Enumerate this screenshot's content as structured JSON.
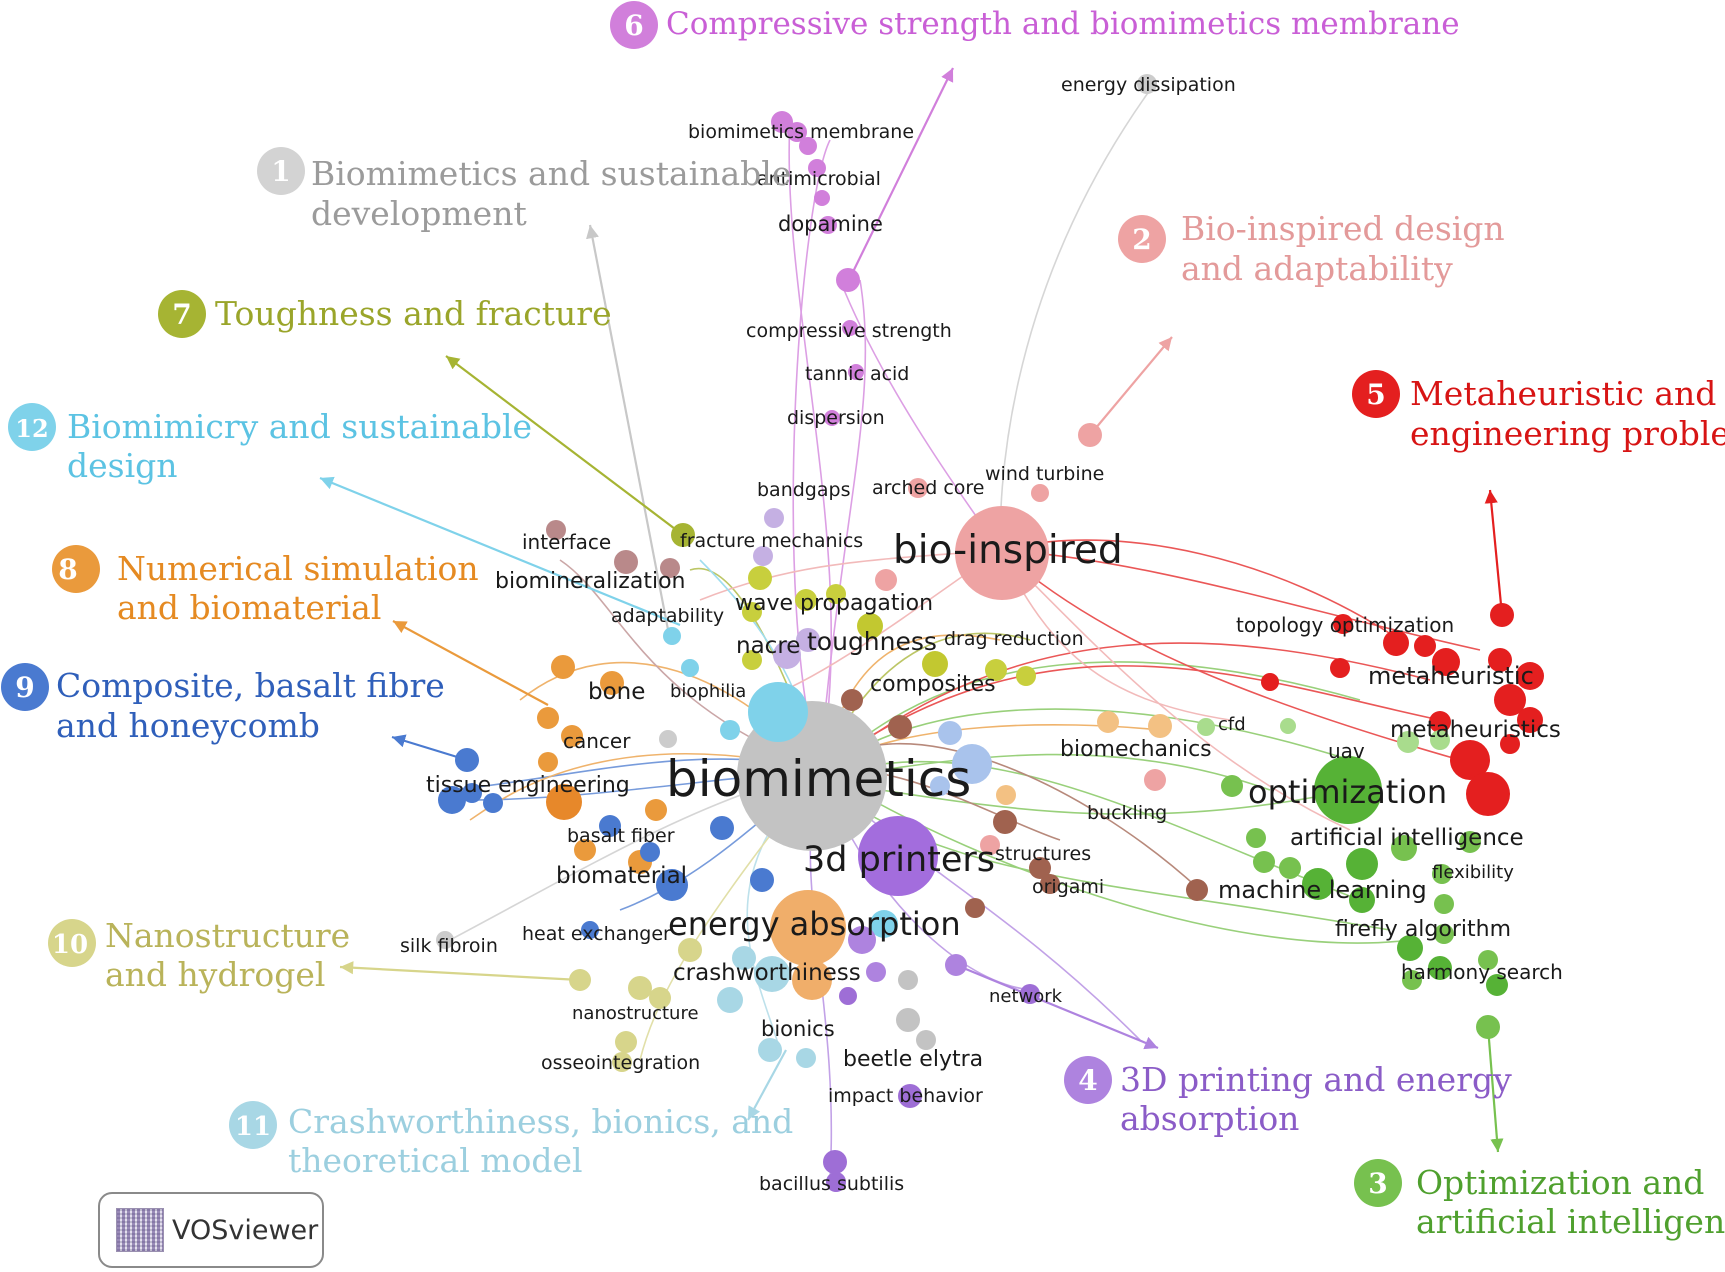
{
  "colors": {
    "c1": "#c8c8c8",
    "c2": "#eea3a3",
    "c3": "#77c14f",
    "c4": "#ae83df",
    "c5": "#e41f1f",
    "c6": "#d17fdb",
    "c7": "#a6b433",
    "c8": "#ea9a3c",
    "c9": "#4a7ad0",
    "c10": "#d7d58b",
    "c11": "#a8d7e5",
    "c12": "#7fd2ea"
  },
  "clusters": [
    {
      "num": "1",
      "color": "c1",
      "line1": "Biomimetics and sustainable",
      "line2": "development",
      "textColor": "#9b9b9b"
    },
    {
      "num": "2",
      "color": "c2",
      "line1": "Bio-inspired design",
      "line2": "and adaptability",
      "textColor": "#e39a9a"
    },
    {
      "num": "3",
      "color": "c3",
      "line1": "Optimization and",
      "line2": "artificial intelligence",
      "textColor": "#4fa02e"
    },
    {
      "num": "4",
      "color": "c4",
      "line1": "3D printing and energy",
      "line2": "absorption",
      "textColor": "#8b5cc7"
    },
    {
      "num": "5",
      "color": "c5",
      "line1": "Metaheuristic and",
      "line2": "engineering problems",
      "textColor": "#d71414"
    },
    {
      "num": "6",
      "color": "c6",
      "line1": "Compressive strength and biomimetics membrane",
      "line2": "",
      "textColor": "#c95fd6"
    },
    {
      "num": "7",
      "color": "c7",
      "line1": "Toughness and fracture",
      "line2": "",
      "textColor": "#9aa52a"
    },
    {
      "num": "8",
      "color": "c8",
      "line1": "Numerical simulation",
      "line2": "and biomaterial",
      "textColor": "#e58a22"
    },
    {
      "num": "9",
      "color": "c9",
      "line1": "Composite, basalt fibre",
      "line2": "and honeycomb",
      "textColor": "#2f5fba"
    },
    {
      "num": "10",
      "color": "c10",
      "line1": "Nanostructure",
      "line2": "and hydrogel",
      "textColor": "#b9b35a"
    },
    {
      "num": "11",
      "color": "c11",
      "line1": "Crashworthiness, bionics, and",
      "line2": "theoretical model",
      "textColor": "#9ccfdf"
    },
    {
      "num": "12",
      "color": "c12",
      "line1": "Biomimicry and sustainable",
      "line2": "design",
      "textColor": "#5cc3e3"
    }
  ],
  "keywords": {
    "biomimetics": "biomimetics",
    "bio_inspired": "bio-inspired",
    "printers": "3d printers",
    "energy_absorption": "energy absorption",
    "optimization": "optimization",
    "biomimetics_membrane": "biomimetics membrane",
    "antimicrobial": "antimicrobial",
    "dopamine": "dopamine",
    "energy_dissipation": "energy dissipation",
    "compressive_strength": "compressive strength",
    "tannic_acid": "tannic acid",
    "dispersion": "dispersion",
    "bandgaps": "bandgaps",
    "arched_core": "arched core",
    "wind_turbine": "wind turbine",
    "interface": "interface",
    "fracture_mechanics": "fracture mechanics",
    "biomineralization": "biomineralization",
    "wave_propagation": "wave propagation",
    "adaptability": "adaptability",
    "nacre": "nacre",
    "toughness": "toughness",
    "drag_reduction": "drag reduction",
    "topology_optimization": "topology optimization",
    "metaheuristic": "metaheuristic",
    "metaheuristics": "metaheuristics",
    "bone": "bone",
    "biophilia": "biophilia",
    "composites": "composites",
    "cfd": "cfd",
    "cancer": "cancer",
    "biomechanics": "biomechanics",
    "uav": "uav",
    "tissue_engineering": "tissue engineering",
    "buckling": "buckling",
    "artificial_intelligence": "artificial intelligence",
    "basalt_fiber": "basalt fiber",
    "structures": "structures",
    "flexibility": "flexibility",
    "biomaterial": "biomaterial",
    "origami": "origami",
    "machine_learning": "machine learning",
    "heat_exchanger": "heat exchanger",
    "silk_fibroin": "silk fibroin",
    "firefly_algorithm": "firefly algorithm",
    "crashworthiness": "crashworthiness",
    "harmony_search": "harmony search",
    "network": "network",
    "nanostructure": "nanostructure",
    "bionics": "bionics",
    "beetle_elytra": "beetle elytra",
    "osseointegration": "osseointegration",
    "impact_behavior": "impact behavior",
    "bacillus_subtilis": "bacillus subtilis"
  },
  "logo": {
    "text": "VOSviewer"
  }
}
